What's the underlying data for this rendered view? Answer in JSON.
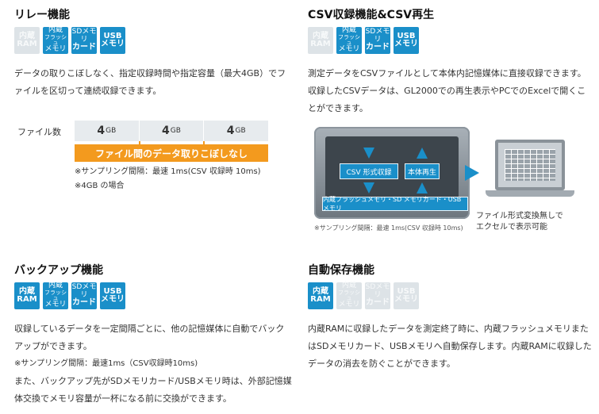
{
  "colors": {
    "accent_blue": "#1a8fc9",
    "accent_orange": "#f39a1e",
    "badge_off": "#dde3e7"
  },
  "relay": {
    "title": "リレー機能",
    "badges": [
      {
        "lines": [
          "内蔵",
          "RAM"
        ],
        "state": "off"
      },
      {
        "lines": [
          "内蔵",
          "フラッシュ",
          "メモリ"
        ],
        "state": "on"
      },
      {
        "lines": [
          "SDメモリ",
          "カード"
        ],
        "state": "on"
      },
      {
        "lines": [
          "USB",
          "メモリ"
        ],
        "state": "on"
      }
    ],
    "description": "データの取りこぼしなく、指定収録時間や指定容量（最大4GB）でファイルを区切って連続収録できます。",
    "diagram": {
      "file_count_label": "ファイル数",
      "segments": [
        {
          "value": "4",
          "unit": "GB"
        },
        {
          "value": "4",
          "unit": "GB"
        },
        {
          "value": "4",
          "unit": "GB"
        }
      ],
      "banner": "ファイル間のデータ取りこぼしなし",
      "note_1": "※サンプリング間隔：最速 1ms(CSV 収録時 10ms)",
      "note_2": "※4GB の場合"
    }
  },
  "csv": {
    "title": "CSV収録機能&CSV再生",
    "badges": [
      {
        "lines": [
          "内蔵",
          "RAM"
        ],
        "state": "off"
      },
      {
        "lines": [
          "内蔵",
          "フラッシュ",
          "メモリ"
        ],
        "state": "on"
      },
      {
        "lines": [
          "SDメモリ",
          "カード"
        ],
        "state": "on"
      },
      {
        "lines": [
          "USB",
          "メモリ"
        ],
        "state": "on"
      }
    ],
    "description": "測定データをCSVファイルとして本体内記憶媒体に直接収録できます。収録したCSVデータは、GL2000での再生表示やPCでのExcelで開くことができます。",
    "illustration": {
      "box_csv": "CSV 形式収録",
      "box_playback": "本体再生",
      "box_media": "内蔵フラッシュメモリ・SD メモリカード・USB メモリ",
      "caption_1": "ファイル形式変換無しで",
      "caption_2": "エクセルで表示可能",
      "note": "※サンプリング間隔：最速 1ms(CSV 収録時 10ms)"
    }
  },
  "backup": {
    "title": "バックアップ機能",
    "badges": [
      {
        "lines": [
          "内蔵",
          "RAM"
        ],
        "state": "on"
      },
      {
        "lines": [
          "内蔵",
          "フラッシュ",
          "メモリ"
        ],
        "state": "on"
      },
      {
        "lines": [
          "SDメモリ",
          "カード"
        ],
        "state": "on"
      },
      {
        "lines": [
          "USB",
          "メモリ"
        ],
        "state": "on"
      }
    ],
    "description": "収録しているデータを一定間隔ごとに、他の記憶媒体に自動でバックアップができます。",
    "note": "※サンプリング間隔：最速1ms（CSV収録時10ms)",
    "description_2": "また、バックアップ先がSDメモリカード/USBメモリ時は、外部記憶媒体交換でメモリ容量が一杯になる前に交換ができます。"
  },
  "autosave": {
    "title": "自動保存機能",
    "badges": [
      {
        "lines": [
          "内蔵",
          "RAM"
        ],
        "state": "on"
      },
      {
        "lines": [
          "内蔵",
          "フラッシュ",
          "メモリ"
        ],
        "state": "off"
      },
      {
        "lines": [
          "SDメモリ",
          "カード"
        ],
        "state": "off"
      },
      {
        "lines": [
          "USB",
          "メモリ"
        ],
        "state": "off"
      }
    ],
    "description": "内蔵RAMに収録したデータを測定終了時に、内蔵フラッシュメモリまたはSDメモリカード、USBメモリへ自動保存します。内蔵RAMに収録したデータの消去を防ぐことができます。"
  }
}
